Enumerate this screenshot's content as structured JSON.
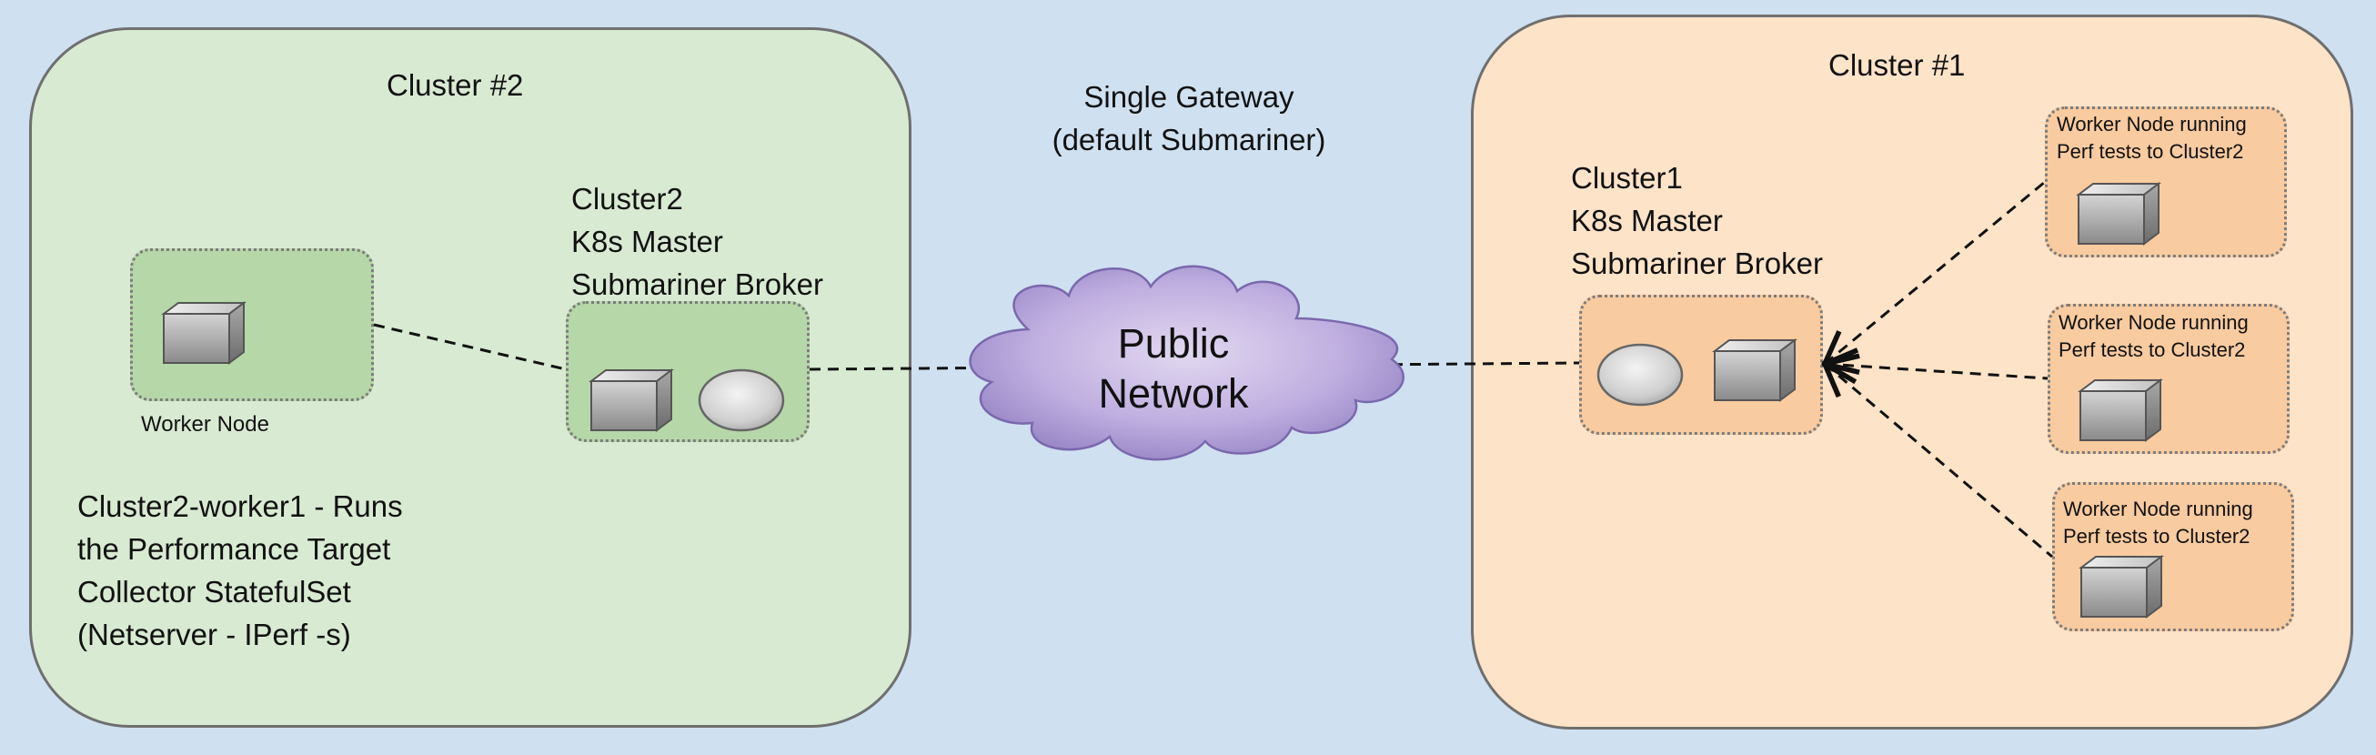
{
  "gateway_caption": {
    "line1": "Single Gateway",
    "line2": "(default Submariner)"
  },
  "cloud": {
    "line1": "Public",
    "line2": "Network"
  },
  "cluster2": {
    "title": "Cluster #2",
    "master": {
      "lines": [
        "Cluster2",
        "K8s Master",
        "Submariner Broker"
      ]
    },
    "worker_node_label": "Worker Node",
    "description": [
      "Cluster2-worker1 - Runs",
      "the Performance Target",
      "Collector StatefulSet",
      "(Netserver - IPerf -s)"
    ]
  },
  "cluster1": {
    "title": "Cluster #1",
    "master": {
      "lines": [
        "Cluster1",
        "K8s Master",
        "Submariner Broker"
      ]
    },
    "workers": [
      {
        "line1": "Worker Node running",
        "line2": "Perf tests to Cluster2"
      },
      {
        "line1": "Worker Node running",
        "line2": "Perf tests to Cluster2"
      },
      {
        "line1": "Worker Node running",
        "line2": "Perf tests to Cluster2"
      }
    ]
  },
  "colors": {
    "background": "#cfe0f1",
    "cluster2_fill": "#d9ead3",
    "cluster2_box": "#b6d7a8",
    "cluster1_fill": "#fde3c8",
    "cluster1_box": "#f8cba0",
    "cloud": "#a995cf"
  },
  "icons": [
    "server-cube-icon",
    "router-disk-icon",
    "cloud-icon"
  ]
}
